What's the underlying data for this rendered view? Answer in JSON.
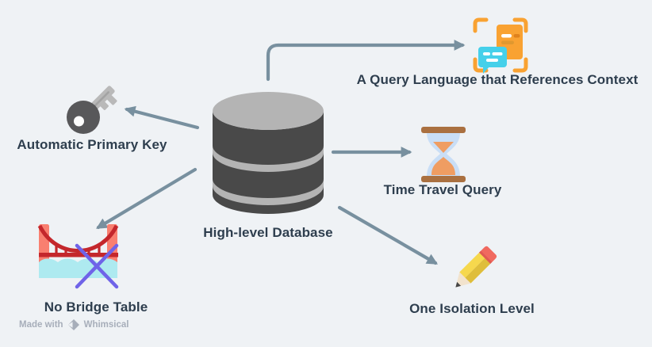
{
  "canvas": {
    "background": "#eff2f5",
    "arrow_color": "#78909f",
    "text_color": "#2e3e4e"
  },
  "center_node": {
    "label": "High-level Database",
    "icon": "database-icon",
    "colors": {
      "body": "#494949",
      "bands": "#b4b4b4"
    }
  },
  "nodes": [
    {
      "id": "query-language",
      "label": "A Query Language that References Context",
      "icon": "chat-messages-icon",
      "colors": {
        "frame": "#f9a232",
        "bubble_back": "#f9a232",
        "bubble_front": "#45d0ea"
      }
    },
    {
      "id": "automatic-primary-key",
      "label": "Automatic Primary Key",
      "icon": "key-icon",
      "colors": {
        "head": "#58585a",
        "shaft": "#b9b9b9"
      }
    },
    {
      "id": "time-travel-query",
      "label": "Time Travel Query",
      "icon": "hourglass-icon",
      "colors": {
        "bars": "#aa7040",
        "glass": "#c9def6",
        "sand": "#ef9d62"
      }
    },
    {
      "id": "no-bridge-table",
      "label": "No Bridge Table",
      "icon": "bridge-crossed-out-icon",
      "colors": {
        "towers": "#f97f70",
        "cables": "#c4272c",
        "water": "#aeeaf0",
        "cross": "#6f63e8"
      }
    },
    {
      "id": "one-isolation-level",
      "label": "One Isolation Level",
      "icon": "pencil-icon",
      "colors": {
        "body": "#f6d84d",
        "body_shade": "#dfbe3b",
        "eraser": "#f0695f",
        "wood": "#f2e3cd",
        "tip": "#474747"
      }
    }
  ],
  "watermark": {
    "made_with": "Made with",
    "brand": "Whimsical"
  }
}
